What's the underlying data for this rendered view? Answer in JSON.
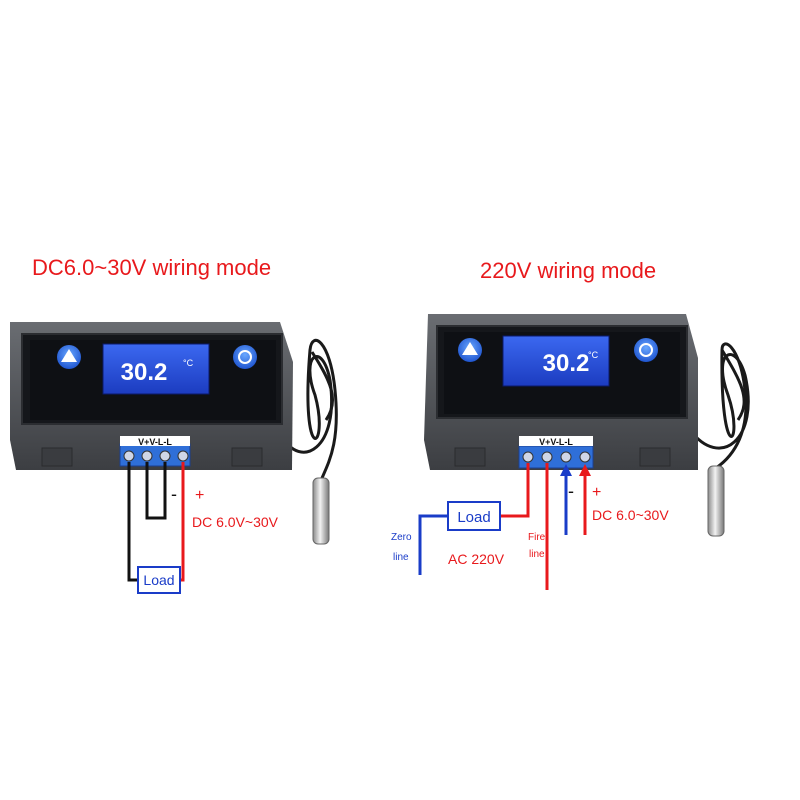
{
  "left": {
    "title": "DC6.0~30V wiring mode",
    "lcd": "30.2",
    "unit": "°C",
    "terminals": "V+V-L-L",
    "minus": "-",
    "plus": "+",
    "supply": "DC 6.0V~30V",
    "load": "Load"
  },
  "right": {
    "title": "220V wiring mode",
    "lcd": "30.2",
    "unit": "°C",
    "terminals": "V+V-L-L",
    "minus": "-",
    "plus": "+",
    "supply": "DC 6.0~30V",
    "load": "Load",
    "zero_line_1": "Zero",
    "zero_line_2": "line",
    "ac": "AC 220V",
    "fire_line_1": "Fire",
    "fire_line_2": "line"
  },
  "colors": {
    "wire_red": "#e8191c",
    "wire_blue": "#1a3cc8",
    "wire_black": "#111111",
    "case": "#4a4c50",
    "lcd": "#2e56e0"
  }
}
